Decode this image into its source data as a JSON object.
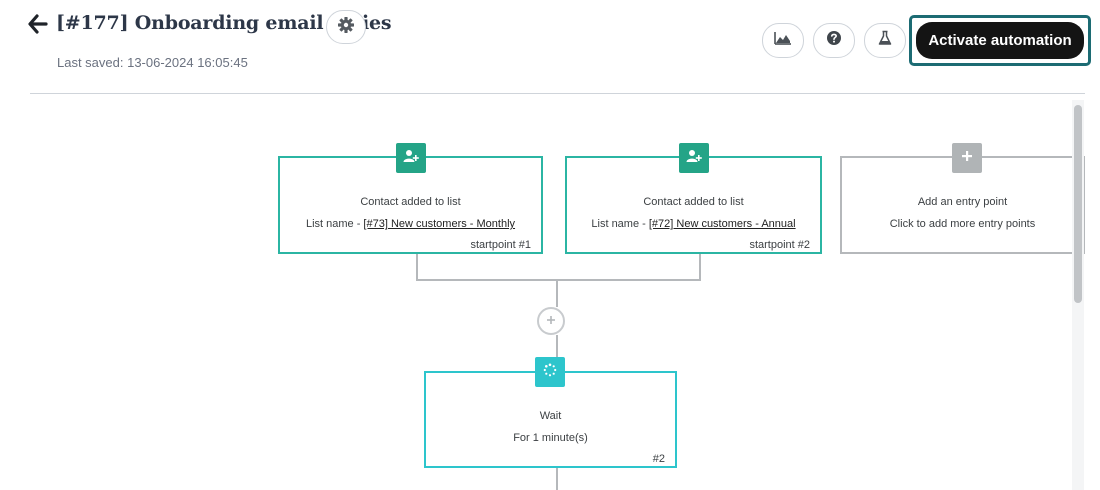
{
  "header": {
    "title": "[#177] Onboarding email series",
    "last_saved": "Last saved: 13-06-2024 16:05:45",
    "activate_label": "Activate automation",
    "toolbar_icons": [
      "chart-icon",
      "help-icon",
      "flask-icon"
    ]
  },
  "flow": {
    "entry_points": [
      {
        "title": "Contact added to list",
        "list_prefix": "List name - ",
        "list_link": "[#73] New customers - Monthly",
        "tag": "startpoint #1",
        "icon": "user-plus-icon"
      },
      {
        "title": "Contact added to list",
        "list_prefix": "List name - ",
        "list_link": "[#72] New customers - Annual",
        "tag": "startpoint #2",
        "icon": "user-plus-icon"
      }
    ],
    "add_entry": {
      "title": "Add an entry point",
      "subtitle": "Click to add more entry points",
      "icon": "plus-icon"
    },
    "wait": {
      "title": "Wait",
      "subtitle": "For 1 minute(s)",
      "tag": "#2",
      "icon": "spinner-icon"
    }
  },
  "colors": {
    "entry_green": "#24a487",
    "entry_border": "#2bb5a3",
    "wait_teal": "#2dc5cc",
    "connector_gray": "#b5b8bb",
    "activate_bg": "#141414",
    "focus_ring": "#1c6b73"
  }
}
